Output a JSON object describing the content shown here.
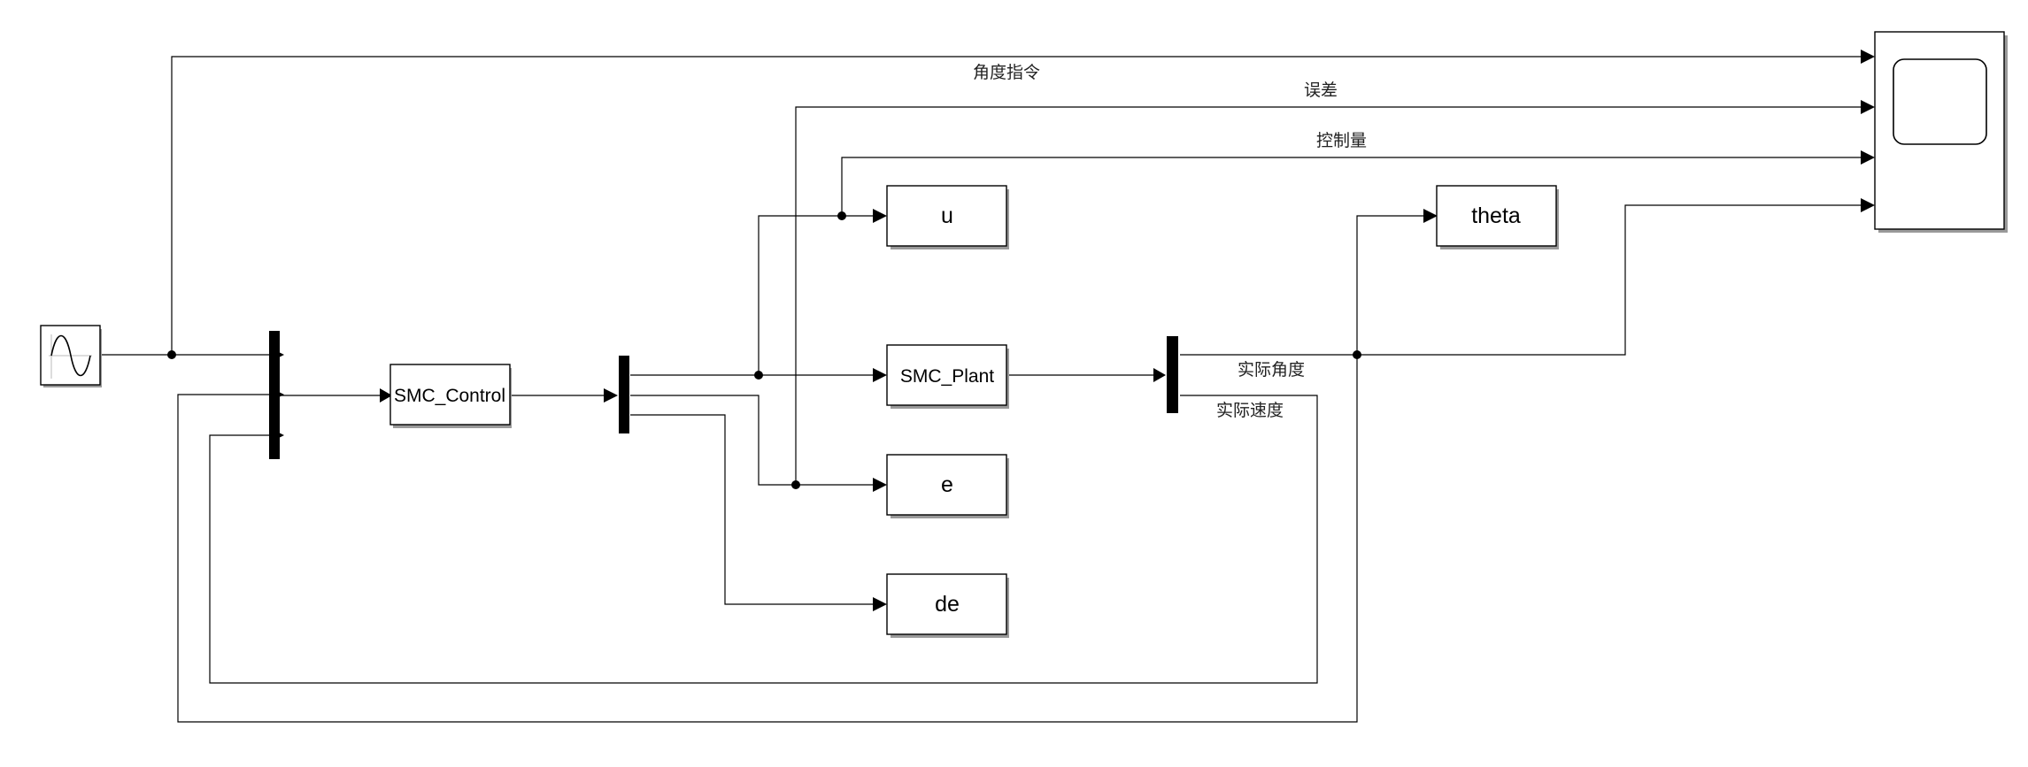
{
  "blocks": {
    "source": {
      "name": ""
    },
    "controller": {
      "name": "SMC_Control"
    },
    "plant": {
      "name": "SMC_Plant"
    },
    "goto_u": {
      "name": "u"
    },
    "goto_theta": {
      "name": "theta"
    },
    "goto_e": {
      "name": "e"
    },
    "goto_de": {
      "name": "de"
    },
    "scope": {
      "name": ""
    }
  },
  "signals": {
    "angle_command": "角度指令",
    "error": "误差",
    "control_amount": "控制量",
    "actual_angle": "实际角度",
    "actual_speed": "实际速度"
  },
  "icons": {
    "source_icon": "sine-wave-icon",
    "scope_icon": "scope-display-icon"
  }
}
